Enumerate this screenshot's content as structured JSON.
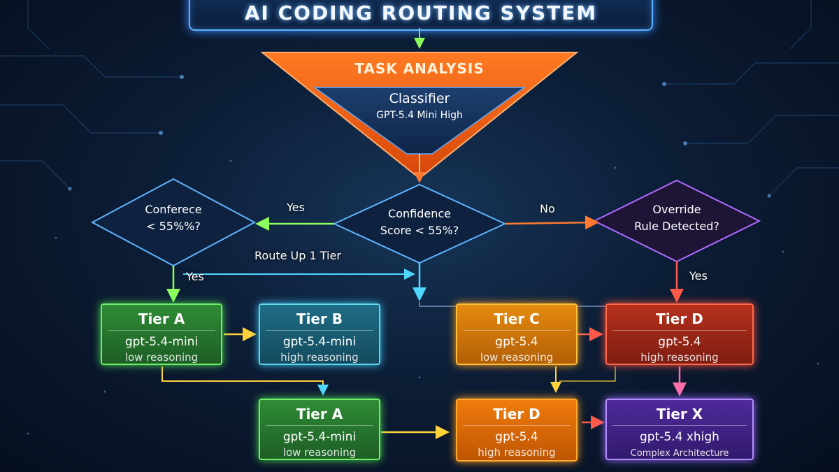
{
  "title": "AI CODING ROUTING SYSTEM",
  "funnel": {
    "header": "TASK ANALYSIS",
    "label": "Classifier",
    "model": "GPT-5.4 Mini High"
  },
  "decisions": {
    "left": {
      "line1": "Conferece",
      "line2": "< 55%%?"
    },
    "center": {
      "line1": "Confidence",
      "line2": "Score < 55%?"
    },
    "right": {
      "line1": "Override",
      "line2": "Rule Detected?"
    }
  },
  "edge_labels": {
    "center_to_left": "Yes",
    "center_to_right": "No",
    "route_up": "Route Up 1 Tier",
    "left_down": "Yes",
    "right_down": "Yes"
  },
  "tiers_row1": [
    {
      "name": "Tier A",
      "model": "gpt-5.4-mini",
      "reasoning": "low reasoning",
      "color": "#3fae44"
    },
    {
      "name": "Tier B",
      "model": "gpt-5.4-mini",
      "reasoning": "high reasoning",
      "color": "#1f7f9a"
    },
    {
      "name": "Tier C",
      "model": "gpt-5.4",
      "reasoning": "low reasoning",
      "color": "#f0900f"
    },
    {
      "name": "Tier D",
      "model": "gpt-5.4",
      "reasoning": "high reasoning",
      "color": "#c0321c"
    }
  ],
  "tiers_row2": [
    {
      "name": "Tier A",
      "model": "gpt-5.4-mini",
      "reasoning": "low reasoning",
      "color": "#3fae44"
    },
    {
      "name": "Tier D",
      "model": "gpt-5.4",
      "reasoning": "high reasoning",
      "color": "#f07c0c"
    },
    {
      "name": "Tier X",
      "model": "gpt-5.4 xhigh",
      "reasoning": "Complex Architecture",
      "color": "#4e2a9a"
    }
  ],
  "colors": {
    "accent_blue": "#5fb4ff",
    "funnel_orange": "#ff6a14",
    "arrow_green": "#7cff5a",
    "arrow_cyan": "#4fd7ff",
    "arrow_orange": "#ff7a30",
    "arrow_pink": "#ff6fa8"
  }
}
